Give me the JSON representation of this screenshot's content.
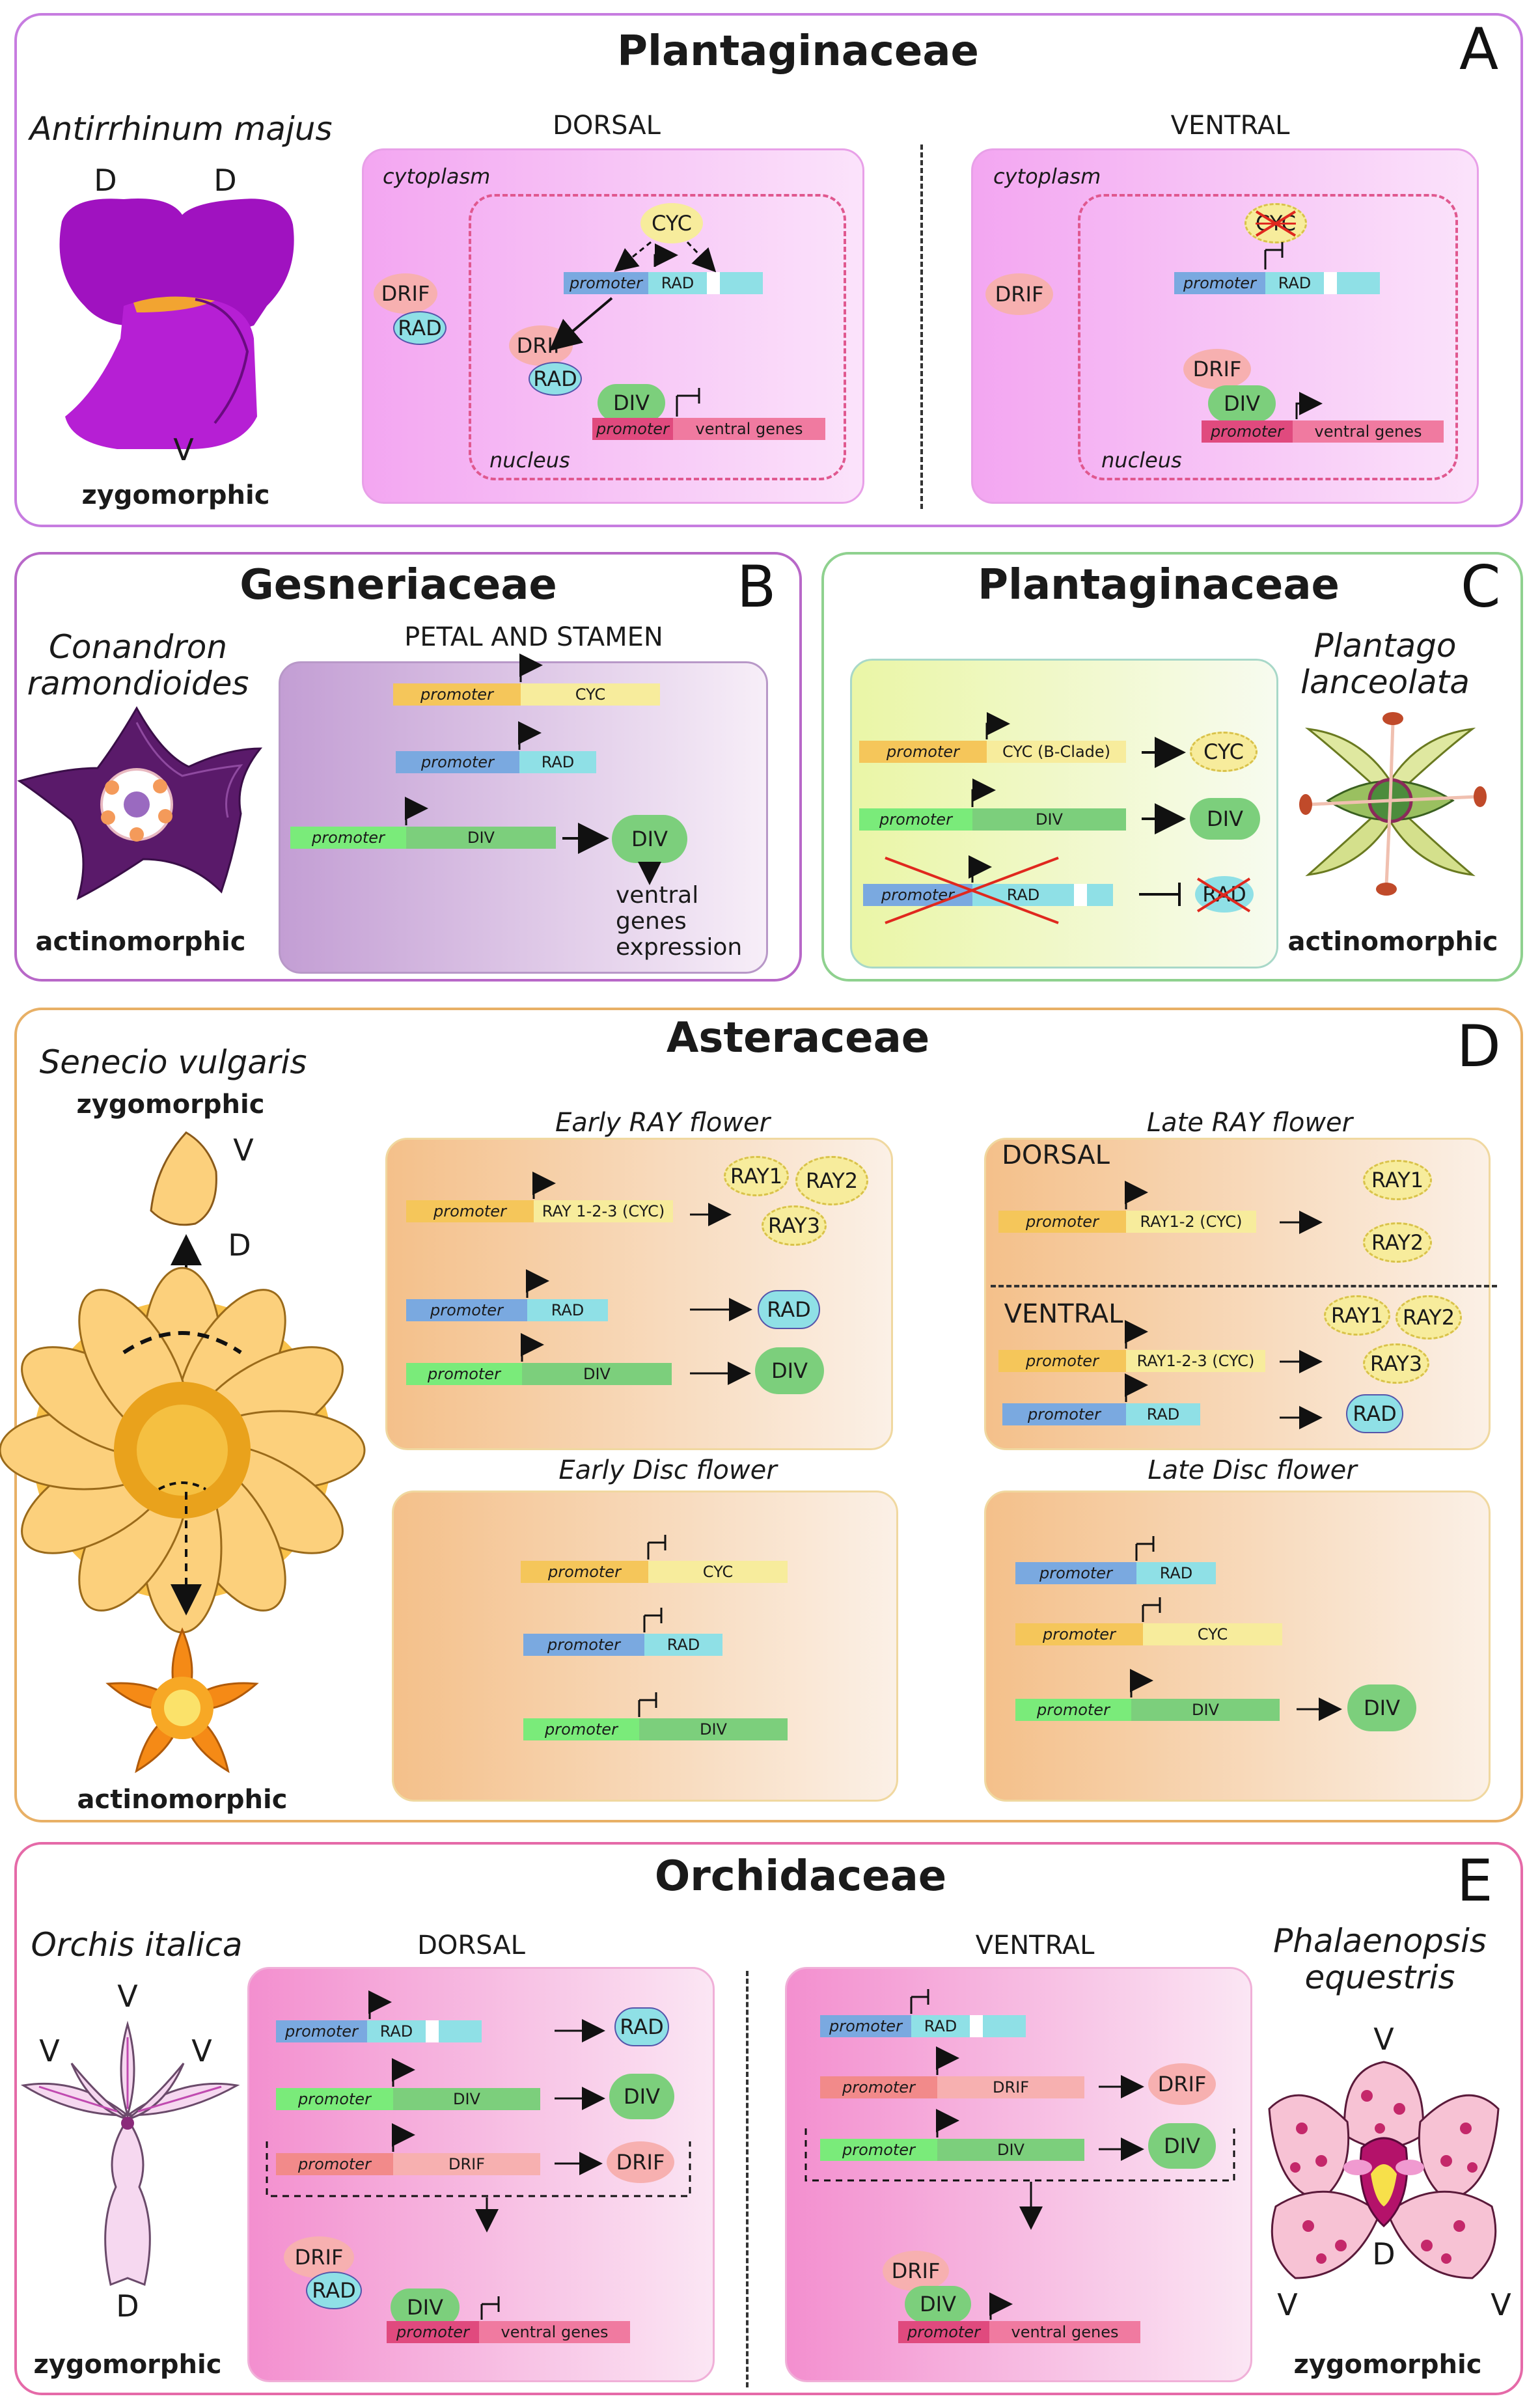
{
  "colors": {
    "purple_border": "#c77ce0",
    "green_border": "#8fd18f",
    "orange_border": "#e8b066",
    "pink_border": "#e56aa8",
    "cyc": "#f7ec9c",
    "cyc_pr": "#f5c65a",
    "rad": "#8fe0e6",
    "rad_pr": "#7aa9e0",
    "div": "#7ccf7c",
    "div_pr": "#7aeb7a",
    "drif": "#f7b0b0",
    "drif_pr": "#f28a8a",
    "ventral": "#f07aa0",
    "ventral_pr": "#e04a7e"
  },
  "panel_a": {
    "title": "Plantaginaceae",
    "letter": "A",
    "species": "Antirrhinum majus",
    "symmetry": "zygomorphic",
    "flower_labels": {
      "d1": "D",
      "d2": "D",
      "v": "V"
    },
    "dorsal": {
      "label": "DORSAL",
      "cytoplasm": "cytoplasm",
      "nucleus": "nucleus",
      "cyc": "CYC",
      "promoter": "promoter",
      "rad_gene": "RAD",
      "drif_cyto": "DRIF",
      "rad_cyto": "RAD",
      "drif_nuc": "DRIF",
      "rad_nuc": "RAD",
      "div": "DIV",
      "promoter2": "promoter",
      "ventral_genes": "ventral genes"
    },
    "ventral": {
      "label": "VENTRAL",
      "cytoplasm": "cytoplasm",
      "nucleus": "nucleus",
      "cyc": "CYC",
      "promoter": "promoter",
      "rad_gene": "RAD",
      "drif_cyto": "DRIF",
      "drif_nuc": "DRIF",
      "div": "DIV",
      "promoter2": "promoter",
      "ventral_genes": "ventral genes"
    }
  },
  "panel_b": {
    "title": "Gesneriaceae",
    "letter": "B",
    "species": "Conandron\nramondioides",
    "symmetry": "actinomorphic",
    "heading": "PETAL AND STAMEN",
    "genes": {
      "p1": "promoter",
      "g1": "CYC",
      "p2": "promoter",
      "g2": "RAD",
      "p3": "promoter",
      "g3": "DIV"
    },
    "div": "DIV",
    "expression": "ventral\ngenes\nexpression"
  },
  "panel_c": {
    "title": "Plantaginaceae",
    "letter": "C",
    "species": "Plantago\nlanceolata",
    "symmetry": "actinomorphic",
    "genes": {
      "p1": "promoter",
      "g1": "CYC (B-Clade)",
      "p2": "promoter",
      "g2": "DIV",
      "p3": "promoter",
      "g3": "RAD"
    },
    "cyc": "CYC",
    "div": "DIV",
    "rad": "RAD"
  },
  "panel_d": {
    "title": "Asteraceae",
    "letter": "D",
    "species": "Senecio vulgaris",
    "sym_top": "zygomorphic",
    "sym_bottom": "actinomorphic",
    "labels": {
      "v": "V",
      "d": "D"
    },
    "early_ray": {
      "title": "Early RAY flower",
      "p1": "promoter",
      "g1": "RAY 1-2-3 (CYC)",
      "p2": "promoter",
      "g2": "RAD",
      "p3": "promoter",
      "g3": "DIV",
      "ray1": "RAY1",
      "ray2": "RAY2",
      "ray3": "RAY3",
      "rad": "RAD",
      "div": "DIV"
    },
    "late_ray": {
      "title": "Late RAY flower",
      "dorsal": "DORSAL",
      "ventral": "VENTRAL",
      "p1": "promoter",
      "g1": "RAY1-2 (CYC)",
      "ray1": "RAY1",
      "ray2": "RAY2",
      "p2": "promoter",
      "g2": "RAY1-2-3 (CYC)",
      "p3": "promoter",
      "g3": "RAD",
      "vray1": "RAY1",
      "vray2": "RAY2",
      "vray3": "RAY3",
      "rad": "RAD"
    },
    "early_disc": {
      "title": "Early Disc flower",
      "p1": "promoter",
      "g1": "CYC",
      "p2": "promoter",
      "g2": "RAD",
      "p3": "promoter",
      "g3": "DIV"
    },
    "late_disc": {
      "title": "Late Disc flower",
      "p1": "promoter",
      "g1": "RAD",
      "p2": "promoter",
      "g2": "CYC",
      "p3": "promoter",
      "g3": "DIV",
      "div": "DIV"
    }
  },
  "panel_e": {
    "title": "Orchidaceae",
    "letter": "E",
    "species_left": "Orchis italica",
    "species_right": "Phalaenopsis\nequestris",
    "symmetry_left": "zygomorphic",
    "symmetry_right": "zygomorphic",
    "left_labels": {
      "v1": "V",
      "v2": "V",
      "v3": "V",
      "d": "D"
    },
    "right_labels": {
      "v1": "V",
      "v2": "V",
      "v3": "V",
      "d": "D"
    },
    "dorsal": {
      "label": "DORSAL",
      "p1": "promoter",
      "g1": "RAD",
      "rad": "RAD",
      "p2": "promoter",
      "g2": "DIV",
      "div": "DIV",
      "p3": "promoter",
      "g3": "DRIF",
      "drif": "DRIF",
      "c_drif": "DRIF",
      "c_rad": "RAD",
      "c_div": "DIV",
      "p4": "promoter",
      "g4": "ventral genes"
    },
    "ventral": {
      "label": "VENTRAL",
      "p1": "promoter",
      "g1": "RAD",
      "p2": "promoter",
      "g2": "DRIF",
      "drif": "DRIF",
      "p3": "promoter",
      "g3": "DIV",
      "div": "DIV",
      "c_drif": "DRIF",
      "c_div": "DIV",
      "p4": "promoter",
      "g4": "ventral genes"
    }
  }
}
